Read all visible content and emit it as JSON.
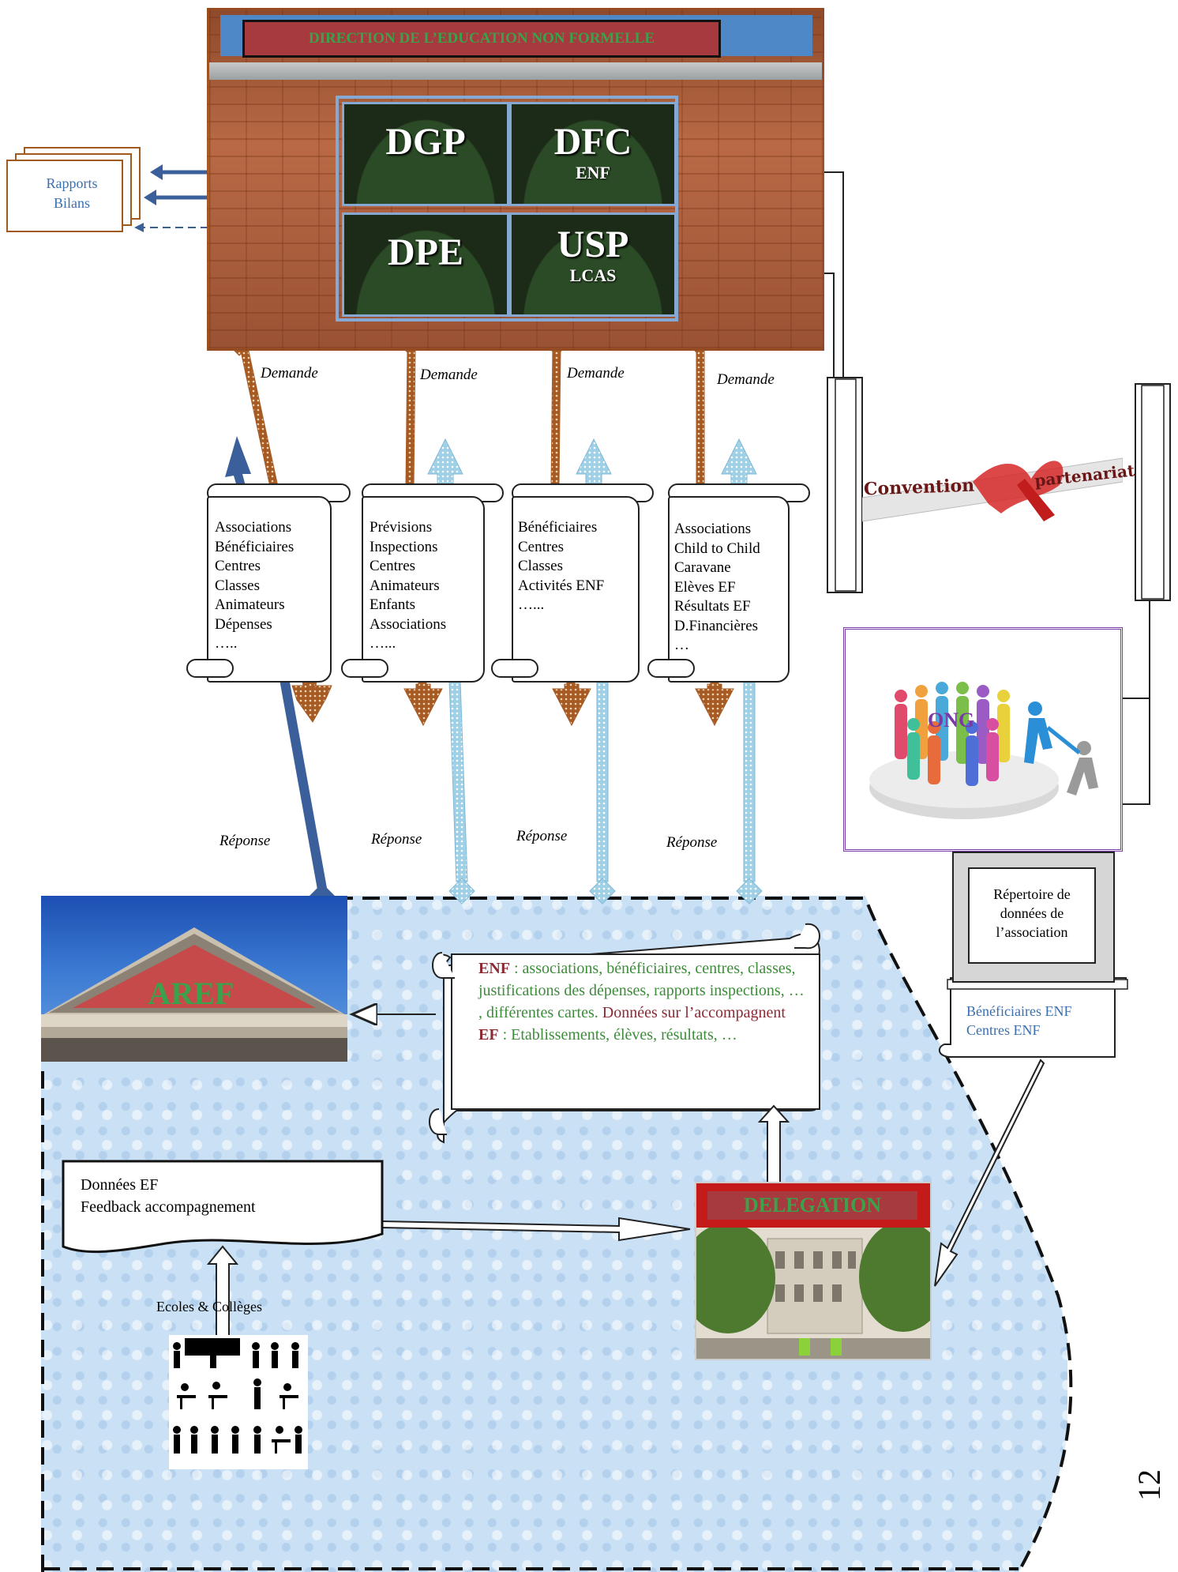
{
  "denf": {
    "title": "DIRECTION DE L’EDUCATION NON FORMELLE",
    "units": [
      {
        "abbr": "DGP",
        "sub": ""
      },
      {
        "abbr": "DFC",
        "sub": "ENF"
      },
      {
        "abbr": "DPE",
        "sub": ""
      },
      {
        "abbr": "USP",
        "sub": "LCAS"
      }
    ]
  },
  "rapports": {
    "line1": "Rapports",
    "line2": "Bilans"
  },
  "demande_label": "Demande",
  "reponse_label": "Réponse",
  "scrolls": [
    {
      "lines": [
        "Associations",
        "Bénéficiaires",
        "Centres",
        "Classes",
        "Animateurs",
        "Dépenses",
        "….."
      ]
    },
    {
      "lines": [
        "Prévisions",
        "Inspections",
        "Centres",
        "Animateurs",
        "Enfants",
        "Associations",
        "…..."
      ]
    },
    {
      "lines": [
        "Bénéficiaires",
        "Centres",
        "Classes",
        "Activités ENF",
        "…..."
      ]
    },
    {
      "lines": [
        "Associations",
        "Child to Child",
        "Caravane",
        "Elèves  EF",
        "Résultats EF",
        "D.Financières",
        "…"
      ]
    }
  ],
  "convention": {
    "word1": "Convention",
    "word2": "partenariat"
  },
  "ong": {
    "label": "ONG"
  },
  "repertoire": {
    "text": "Répertoire de données de l’association"
  },
  "beneficiaires_enf": {
    "line1": "Bénéficiaires ENF",
    "line2": "Centres ENF"
  },
  "aref": {
    "label": "AREF"
  },
  "enf_box": {
    "enf_label": "ENF",
    "enf_text": " : associations, bénéficiaires, centres, classes, justifications des dépenses, rapports inspections, … , différentes cartes. ",
    "enf_accomp": "Données sur l’accompagnent",
    "ef_label": "EF",
    "ef_text": " : Etablissements, élèves, résultats, …"
  },
  "donnees_ef": {
    "line1": "Données EF",
    "line2": "Feedback accompagnement"
  },
  "delegation": {
    "label": "DELEGATION"
  },
  "ecoles": {
    "label": "Ecoles & Collèges"
  },
  "page_number": "12",
  "colors": {
    "brown_arrow": "#a65a24",
    "light_blue_arrow": "#a7d4ea",
    "dark_blue_arrow": "#3a5f9a",
    "region_bg": "#c9e0f5"
  }
}
